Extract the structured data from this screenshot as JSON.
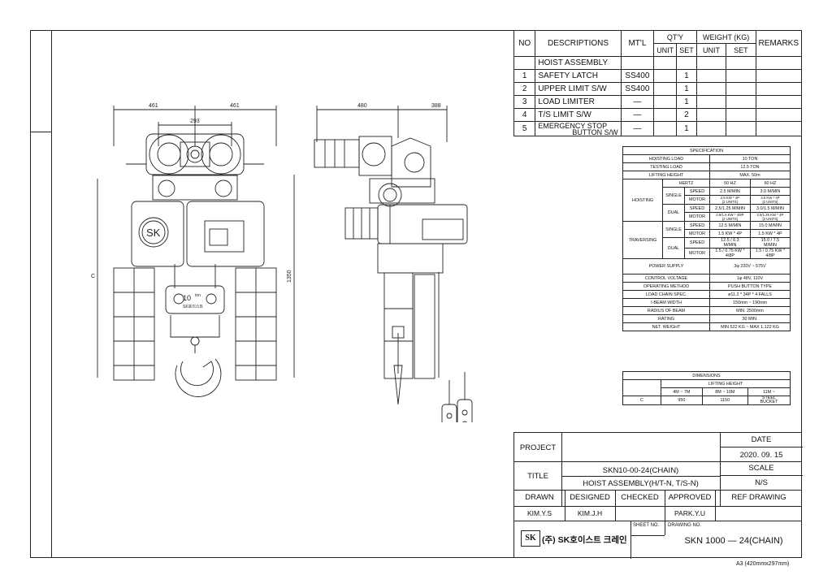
{
  "bom": {
    "headers": {
      "no": "NO",
      "descriptions": "DESCRIPTIONS",
      "mtl": "MT'L",
      "qty": "QT'Y",
      "qty_unit": "UNIT",
      "qty_set": "SET",
      "weight": "WEIGHT (KG)",
      "weight_unit": "UNIT",
      "weight_set": "SET",
      "remarks": "REMARKS"
    },
    "assembly": "HOIST ASSEMBLY",
    "rows": [
      {
        "no": "1",
        "desc": "SAFETY LATCH",
        "mtl": "SS400",
        "set": "1"
      },
      {
        "no": "2",
        "desc": "UPPER LIMIT S/W",
        "mtl": "SS400",
        "set": "1"
      },
      {
        "no": "3",
        "desc": "LOAD LIMITER",
        "mtl": "—",
        "set": "1"
      },
      {
        "no": "4",
        "desc": "T/S LIMIT S/W",
        "mtl": "—",
        "set": "2"
      },
      {
        "no": "5",
        "desc": "EMERGENCY STOP",
        "desc2": "BUTTON S/W",
        "mtl": "—",
        "set": "1"
      }
    ]
  },
  "spec": {
    "title": "SPECIFICATION",
    "hoisting_load": {
      "label": "HOISTING LOAD",
      "value": "10 TON"
    },
    "testing_load": {
      "label": "TESTING LOAD",
      "value": "12.5 TON"
    },
    "lifting_height": {
      "label": "LIFTING HEIGHT",
      "value": "MAX. 50m"
    },
    "hertz": {
      "label": "HERTZ",
      "hz50": "50 HZ",
      "hz60": "60 HZ"
    },
    "hoisting": "HOISTING",
    "traversing": "TRAVERSING",
    "single": "SINGLE",
    "dual": "DUAL",
    "speed": "SPEED",
    "motor": "MOTOR",
    "h_single_speed": {
      "a": "2.5 M/MIN",
      "b": "3.0 M/MIN"
    },
    "h_single_motor": {
      "a": "2.9 KW * 4P",
      "a2": "[2 UNITS]",
      "b": "3.5 KW * 4P",
      "b2": "[2 UNITS]"
    },
    "h_dual_speed": {
      "a": "2.5/1.25 M/MIN",
      "b": "3.0/1.5 M/MIN"
    },
    "h_dual_motor": {
      "a": "2.9/1.5 KW * 4/8P",
      "a2": "[2 UNITS]",
      "b": "3.5/1.25 KW * 4P",
      "b2": "[2 UNITS]"
    },
    "t_single_speed": {
      "a": "12.5 M/MIN",
      "b": "15.0 M/MIN"
    },
    "t_single_motor": {
      "a": "1.5 KW * 4P",
      "b": "1.5 KW * 4P"
    },
    "t_dual_speed": {
      "a": "12.5 / 6.3",
      "a2": "M/MIN",
      "b": "15.0 / 7.5",
      "b2": "M/MIN"
    },
    "t_dual_motor": {
      "a": "1.5 / 0.75 KW *",
      "a2": "4/8P",
      "b": "1.5 / 0.75 KW *",
      "b2": "4/8P"
    },
    "power_supply": {
      "label": "POWER SUPPLY",
      "value": "3φ 220V ~ 575V"
    },
    "control_voltage": {
      "label": "CONTROL VOLTAGE",
      "value": "1φ 48V, 110V"
    },
    "operating_method": {
      "label": "OPERATING METHOD",
      "value": "PUSH BUTTON TYPE"
    },
    "load_chain": {
      "label": "LOAD CHAIN SPEC.",
      "value": "ø11.2 * 34P * 4 FALLS"
    },
    "ibeam": {
      "label": "I-BEAM WIDTH",
      "value": "150mm ~ 190mm"
    },
    "radius": {
      "label": "RADIUS OF BEAM",
      "value": "MIN. 2500mm"
    },
    "rating": {
      "label": "RATING",
      "value": "30 MIN."
    },
    "net_weight": {
      "label": "NET. WEIGHT",
      "value": "MIN   522 KG ~   MAX 1,122 KG"
    }
  },
  "dimensions": {
    "title": "DIMENSIONS",
    "lifting_height": "LIFTING HEIGHT",
    "cols": [
      "4M ~ 7M",
      "8M ~ 10M",
      "11M ~"
    ],
    "col3b": "STEEL",
    "col3c": "BUCKET",
    "row_label": "C",
    "values": [
      "950",
      "1150"
    ]
  },
  "title_block": {
    "date_label": "DATE",
    "date": "2020. 09. 15",
    "project_label": "PROJECT",
    "scale_label": "SCALE",
    "scale": "N/S",
    "title_label": "TITLE",
    "title_line1": "SKN10-00-24(CHAIN)",
    "title_line2": "HOIST ASSEMBLY(H/T-N, T/S-N)",
    "drawn_label": "DRAWN",
    "designed_label": "DESIGNED",
    "checked_label": "CHECKED",
    "approved_label": "APPROVED",
    "ref_label": "REF DRAWING",
    "drawn": "KIM.Y.S",
    "designed": "KIM.J.H",
    "approved": "PARK.Y.U",
    "sheet_no_label": "SHEET NO.",
    "drawing_no_label": "DRAWING NO.",
    "drawing_no": "SKN 1000 — 24(CHAIN)",
    "company": "(주) SK호이스트 크레인",
    "logo": "SK"
  },
  "drawing": {
    "dims": {
      "d461a": "461",
      "d461b": "461",
      "d293": "293",
      "d480": "480",
      "d388": "388",
      "d1350": "1350",
      "dc": "C"
    },
    "sk_logo": "SK",
    "ton_plate": "10 ton",
    "ton_number": "10",
    "ton_unit": "ton",
    "plate_text": "SK호이스트"
  },
  "paper_size": "A3 (420mmx297mm)"
}
